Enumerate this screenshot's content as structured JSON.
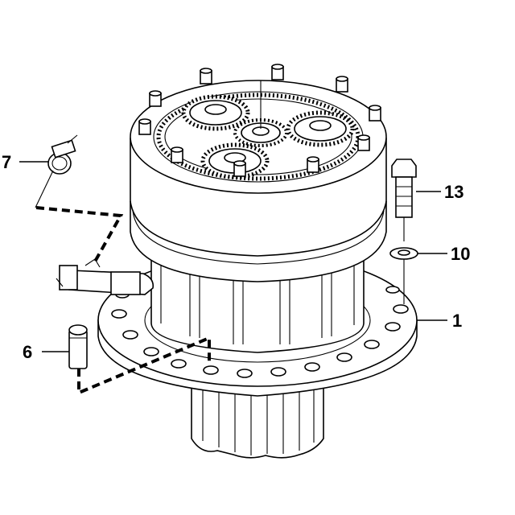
{
  "diagram": {
    "callouts": [
      {
        "id": "1",
        "label": "1"
      },
      {
        "id": "6",
        "label": "6"
      },
      {
        "id": "7",
        "label": "7"
      },
      {
        "id": "10",
        "label": "10"
      },
      {
        "id": "13",
        "label": "13"
      }
    ]
  }
}
